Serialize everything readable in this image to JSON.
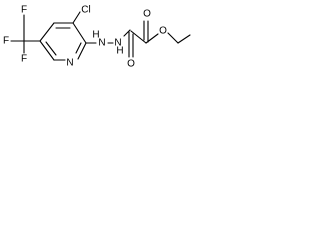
{
  "molecule": {
    "labels": {
      "f_top": "F",
      "f_left": "F",
      "f_bottom": "F",
      "cl": "Cl",
      "n_ring": "N",
      "nh_1": "H",
      "n_1": "N",
      "n_2": "N",
      "nh_2": "H",
      "o_ketone": "O",
      "o_ester_carbonyl": "O",
      "o_ester": "O"
    }
  }
}
